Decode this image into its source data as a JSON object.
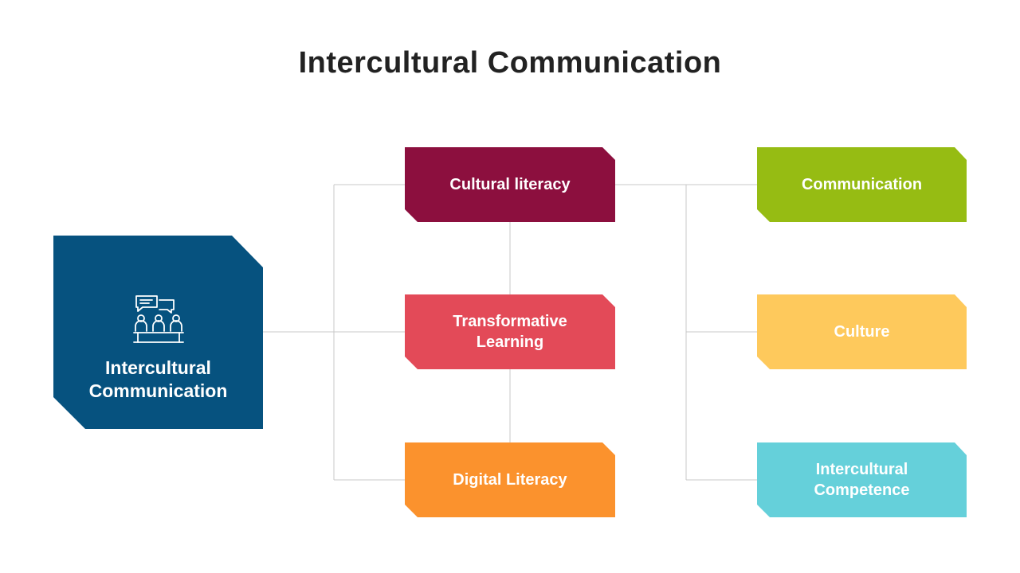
{
  "title": "Intercultural Communication",
  "main": {
    "label": "Intercultural\nCommunication",
    "icon": "group-discussion-icon",
    "color": "#06527f"
  },
  "middle": [
    {
      "label": "Cultural  literacy",
      "color": "#8c0f3e"
    },
    {
      "label": "Transformative\nLearning",
      "color": "#e34a58"
    },
    {
      "label": "Digital  Literacy",
      "color": "#fb922d"
    }
  ],
  "right": [
    {
      "label": "Communication",
      "color": "#96bc13"
    },
    {
      "label": "Culture",
      "color": "#fec95c"
    },
    {
      "label": "Intercultural\nCompetence",
      "color": "#65d0da"
    }
  ],
  "connector_color": "#c9c9c9"
}
